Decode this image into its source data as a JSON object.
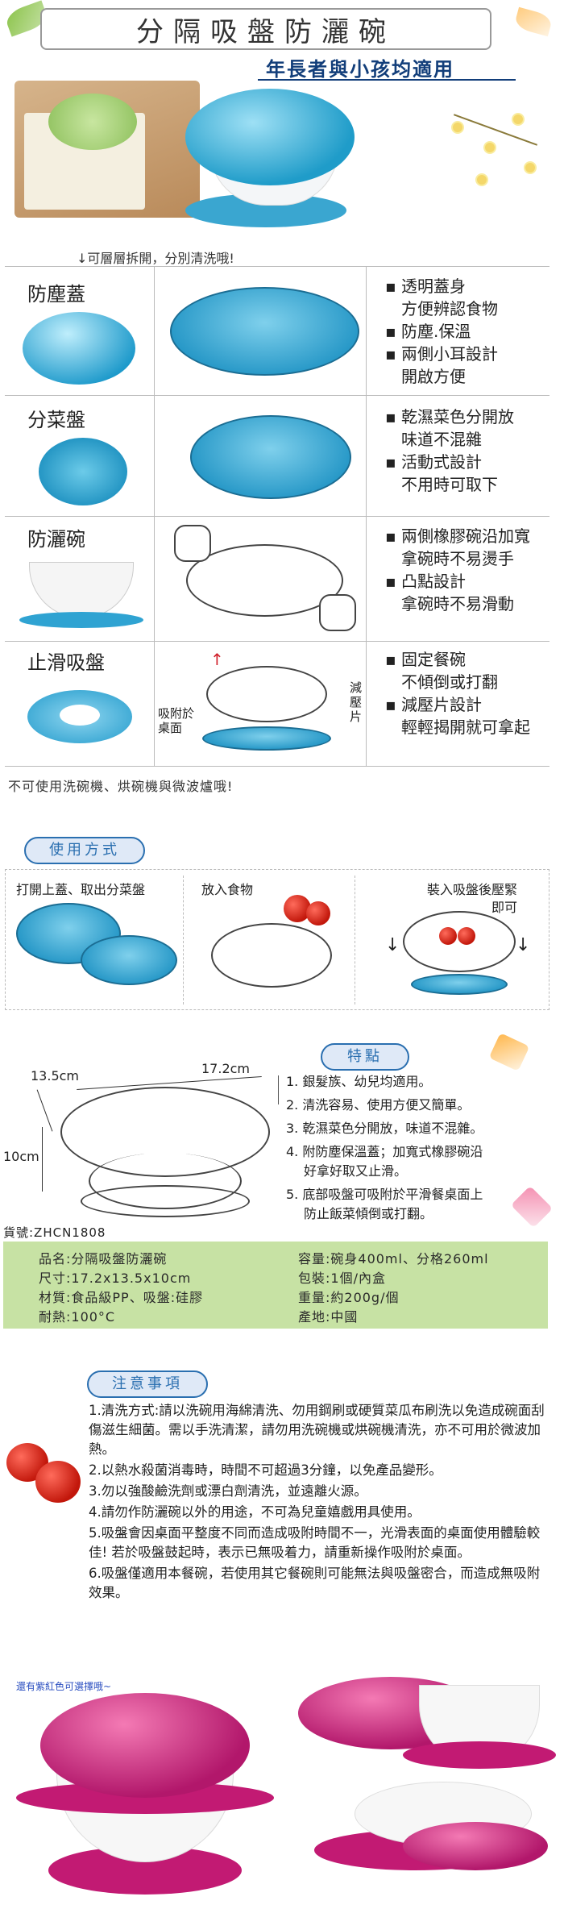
{
  "header": {
    "title": "分隔吸盤防灑碗",
    "subtitle": "年長者與小孩均適用"
  },
  "top_note": "↓可層層拆開，分別清洗哦!",
  "parts": [
    {
      "label": "防塵蓋",
      "bullets": [
        "透明蓋身",
        "方便辨認食物",
        "防塵.保溫",
        "兩側小耳設計",
        "開啟方便"
      ],
      "bullet_starts": [
        0,
        2,
        3
      ]
    },
    {
      "label": "分菜盤",
      "bullets": [
        "乾濕菜色分開放",
        "味道不混雜",
        "活動式設計",
        "不用時可取下"
      ],
      "bullet_starts": [
        0,
        2
      ]
    },
    {
      "label": "防灑碗",
      "bullets": [
        "兩側橡膠碗沿加寬",
        "拿碗時不易燙手",
        "凸點設計",
        "拿碗時不易滑動"
      ],
      "bullet_starts": [
        0,
        2
      ]
    },
    {
      "label": "止滑吸盤",
      "bullets": [
        "固定餐碗",
        "不傾倒或打翻",
        "減壓片設計",
        "輕輕揭開就可拿起"
      ],
      "bullet_starts": [
        0,
        2
      ],
      "side_left": [
        "吸附於",
        "桌面"
      ],
      "side_right": [
        "減",
        "壓",
        "片"
      ]
    }
  ],
  "warning": "不可使用洗碗機、烘碗機與微波爐哦!",
  "usage": {
    "title": "使用方式",
    "steps": [
      "打開上蓋、取出分菜盤",
      "放入食物",
      "裝入吸盤後壓緊",
      "即可"
    ]
  },
  "dimensions": {
    "width": "13.5cm",
    "length": "17.2cm",
    "height": "10cm"
  },
  "features": {
    "title": "特點",
    "items": [
      "1. 銀髮族、幼兒均適用。",
      "2. 清洗容易、使用方便又簡單。",
      "3. 乾濕菜色分開放，味道不混雜。",
      "4. 附防塵保溫蓋；加寬式橡膠碗沿",
      "好拿好取又止滑。",
      "5. 底部吸盤可吸附於平滑餐桌面上",
      "防止飯菜傾倒或打翻。"
    ]
  },
  "product_code": "貨號:ZHCN1808",
  "specs": [
    [
      "品名:分隔吸盤防灑碗",
      "容量:碗身400ml、分格260ml"
    ],
    [
      "尺寸:17.2x13.5x10cm",
      "包裝:1個/內盒"
    ],
    [
      "材質:食品級PP、吸盤:硅膠",
      "重量:約200g/個"
    ],
    [
      "耐熱:100°C",
      "產地:中國"
    ]
  ],
  "notes": {
    "title": "注意事項",
    "items": [
      "1.清洗方式:請以洗碗用海綿清洗、勿用鋼刷或硬質菜瓜布刷洗以免造成碗面刮傷滋生細菌。需以手洗清潔，請勿用洗碗機或烘碗機清洗，亦不可用於微波加熱。",
      "2.以熱水殺菌消毒時，時間不可超過3分鐘，以免產品變形。",
      "3.勿以強酸鹼洗劑或漂白劑清洗，並遠離火源。",
      "4.請勿作防灑碗以外的用途，不可為兒童嬉戲用具使用。",
      "5.吸盤會因桌面平整度不同而造成吸附時間不一，光滑表面的桌面使用體驗較佳! 若於吸盤鼓起時，表示已無吸着力，請重新操作吸附於桌面。",
      "6.吸盤僅適用本餐碗，若使用其它餐碗則可能無法與吸盤密合，而造成無吸附效果。"
    ]
  },
  "color_note": "還有紫紅色可選擇哦~",
  "colors": {
    "accent_blue": "#2a6fb0",
    "product_blue": "#1f9cc9",
    "spec_green": "#c7e2a4",
    "product_pink": "#c21a73"
  }
}
